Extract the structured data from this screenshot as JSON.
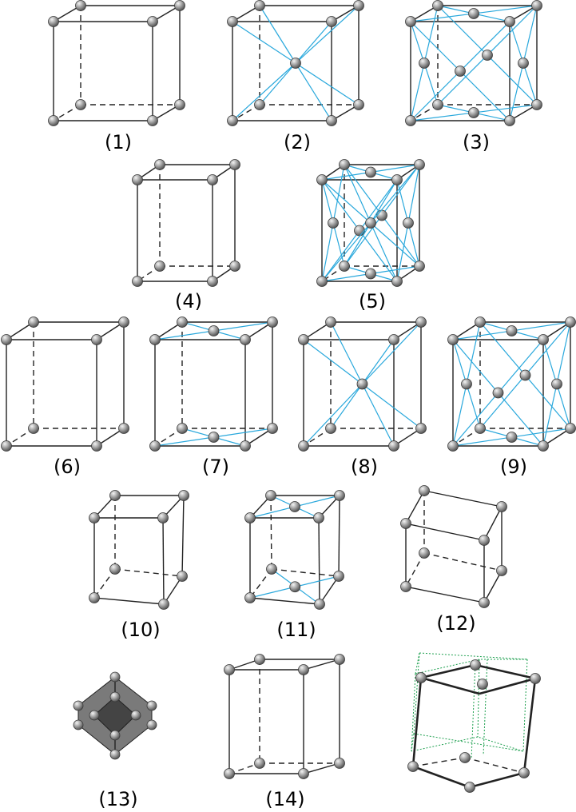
{
  "figure": {
    "colors": {
      "edge": "#222222",
      "diagonal": "#29a8dc",
      "ghost_edge": "#1fa050",
      "atom_dark": "#555555",
      "atom_light": "#f2f2f2",
      "solid_face": "#7a7a7a",
      "solid_face_dark": "#444444"
    },
    "lattices": [
      {
        "id": 1,
        "label": "(1)",
        "kind": "cubic-primitive"
      },
      {
        "id": 2,
        "label": "(2)",
        "kind": "cubic-body-centered"
      },
      {
        "id": 3,
        "label": "(3)",
        "kind": "cubic-face-centered"
      },
      {
        "id": 4,
        "label": "(4)",
        "kind": "tetragonal-primitive"
      },
      {
        "id": 5,
        "label": "(5)",
        "kind": "tetragonal-body-centered"
      },
      {
        "id": 6,
        "label": "(6)",
        "kind": "orthorhombic-primitive"
      },
      {
        "id": 7,
        "label": "(7)",
        "kind": "orthorhombic-base-centered"
      },
      {
        "id": 8,
        "label": "(8)",
        "kind": "orthorhombic-body-centered"
      },
      {
        "id": 9,
        "label": "(9)",
        "kind": "orthorhombic-face-centered"
      },
      {
        "id": 10,
        "label": "(10)",
        "kind": "monoclinic-primitive"
      },
      {
        "id": 11,
        "label": "(11)",
        "kind": "monoclinic-base-centered"
      },
      {
        "id": 12,
        "label": "(12)",
        "kind": "triclinic"
      },
      {
        "id": 13,
        "label": "(13)",
        "kind": "rhombohedral"
      },
      {
        "id": 14,
        "label": "(14)",
        "kind": "hexagonal"
      },
      {
        "id": 15,
        "label": "",
        "kind": "hexagonal-prism-in-cell"
      }
    ]
  }
}
